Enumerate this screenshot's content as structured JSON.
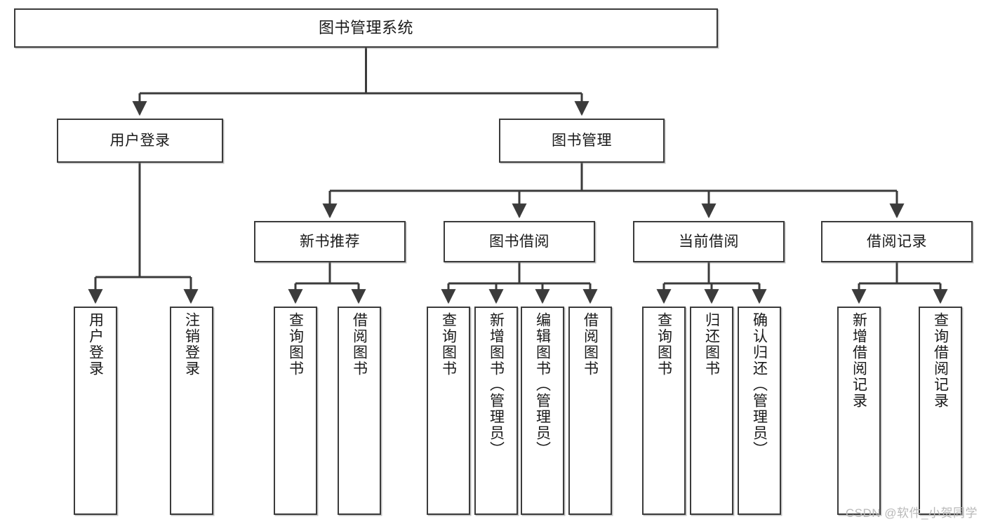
{
  "diagram": {
    "type": "tree-hierarchy-chart",
    "orientation": "top-down",
    "line_color": "#3b3b3b",
    "box_fill": "#ffffff",
    "text_color": "#1a1a1a",
    "watermark": "CSDN @软件_小贺同学"
  },
  "nodes": {
    "root": {
      "label": "图书管理系统"
    },
    "level2": [
      {
        "id": "user-login",
        "label": "用户登录"
      },
      {
        "id": "book-manage",
        "label": "图书管理"
      }
    ],
    "level3": [
      {
        "id": "new-book-recommend",
        "label": "新书推荐"
      },
      {
        "id": "book-borrow",
        "label": "图书借阅"
      },
      {
        "id": "current-borrow",
        "label": "当前借阅"
      },
      {
        "id": "borrow-record",
        "label": "借阅记录"
      }
    ],
    "leaves": [
      {
        "id": "leaf-user-login",
        "label": "用户登录",
        "parent": "user-login"
      },
      {
        "id": "leaf-logout",
        "label": "注销登录",
        "parent": "user-login"
      },
      {
        "id": "leaf-query-book-1",
        "label": "查询图书",
        "parent": "new-book-recommend"
      },
      {
        "id": "leaf-borrow-book-1",
        "label": "借阅图书",
        "parent": "new-book-recommend"
      },
      {
        "id": "leaf-query-book-2",
        "label": "查询图书",
        "parent": "book-borrow"
      },
      {
        "id": "leaf-add-book",
        "label": "新增图书（管理员）",
        "parent": "book-borrow"
      },
      {
        "id": "leaf-edit-book",
        "label": "编辑图书（管理员）",
        "parent": "book-borrow"
      },
      {
        "id": "leaf-borrow-book-2",
        "label": "借阅图书",
        "parent": "book-borrow"
      },
      {
        "id": "leaf-query-book-3",
        "label": "查询图书",
        "parent": "current-borrow"
      },
      {
        "id": "leaf-return-book",
        "label": "归还图书",
        "parent": "current-borrow"
      },
      {
        "id": "leaf-confirm-return",
        "label": "确认归还（管理员）",
        "parent": "current-borrow"
      },
      {
        "id": "leaf-add-record",
        "label": "新增借阅记录",
        "parent": "borrow-record"
      },
      {
        "id": "leaf-query-record",
        "label": "查询借阅记录",
        "parent": "borrow-record"
      }
    ]
  }
}
